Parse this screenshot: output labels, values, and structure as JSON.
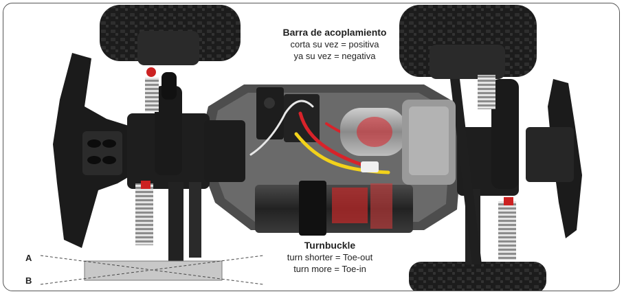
{
  "captions": {
    "top": {
      "heading": "Barra de acoplamiento",
      "line1": "corta su vez = positiva",
      "line2": "ya su vez = negativa"
    },
    "bottom": {
      "heading": "Turnbuckle",
      "line1": "turn shorter = Toe-out",
      "line2": "turn more = Toe-in"
    }
  },
  "diagram": {
    "label_a": "A",
    "label_b": "B"
  },
  "colors": {
    "chassis": "#5a5a5a",
    "tire": "#1c1c1c",
    "wire_red": "#d8232a",
    "wire_yellow": "#f2d21b",
    "spring": "#d9d9d9",
    "diagram_block": "#c8c8c8"
  }
}
